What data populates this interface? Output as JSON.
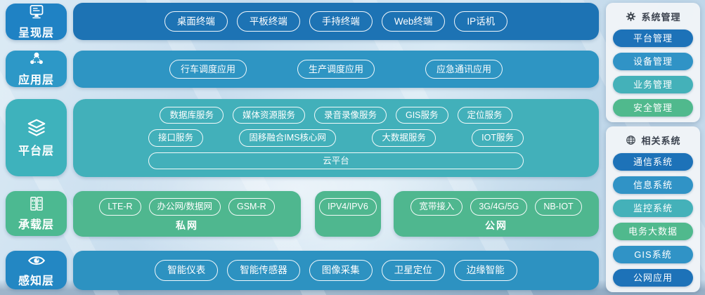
{
  "layers": [
    {
      "label": "呈现层",
      "icon": "monitor-icon",
      "badge_color": "#1f82c4",
      "band_color": "#1d73b4",
      "items": [
        "桌面终端",
        "平板终端",
        "手持终端",
        "Web终端",
        "IP话机"
      ]
    },
    {
      "label": "应用层",
      "icon": "share-icon",
      "badge_color": "#2d98c7",
      "band_color": "#2e95c3",
      "items": [
        "行车调度应用",
        "生产调度应用",
        "应急通讯应用"
      ]
    },
    {
      "label": "平台层",
      "icon": "layers-icon",
      "badge_color": "#3eb2bc",
      "band_color": "#42b0ba",
      "rows": [
        [
          "数据库服务",
          "媒体资源服务",
          "录音录像服务",
          "GIS服务",
          "定位服务"
        ],
        [
          "接口服务",
          "固移融合IMS核心网",
          "大数据服务",
          "IOT服务"
        ],
        [
          "云平台"
        ]
      ]
    },
    {
      "label": "承载层",
      "icon": "server-icon",
      "badge_color": "#4cb991",
      "band_color": "#4fb78f",
      "groups": [
        {
          "label": "私网",
          "items": [
            "LTE-R",
            "办公网/数据网",
            "GSM-R"
          ]
        },
        {
          "label": "",
          "items": [
            "IPV4/IPV6"
          ]
        },
        {
          "label": "公网",
          "items": [
            "宽带接入",
            "3G/4G/5G",
            "NB-IOT"
          ]
        }
      ]
    },
    {
      "label": "感知层",
      "icon": "eye-icon",
      "badge_color": "#2387c3",
      "band_color": "#2d92c1",
      "items": [
        "智能仪表",
        "智能传感器",
        "图像采集",
        "卫星定位",
        "边缘智能"
      ]
    }
  ],
  "sidebar": {
    "panels": [
      {
        "title": "系统管理",
        "icon": "gear-icon",
        "items": [
          {
            "label": "平台管理",
            "color": "#1d72b8"
          },
          {
            "label": "设备管理",
            "color": "#3093c6"
          },
          {
            "label": "业务管理",
            "color": "#44b1b9"
          },
          {
            "label": "安全管理",
            "color": "#50b98d"
          }
        ]
      },
      {
        "title": "相关系统",
        "icon": "globe-icon",
        "items": [
          {
            "label": "通信系统",
            "color": "#1d72b8"
          },
          {
            "label": "信息系统",
            "color": "#3093c6"
          },
          {
            "label": "监控系统",
            "color": "#44b1b9"
          },
          {
            "label": "电务大数据",
            "color": "#50b98d"
          },
          {
            "label": "GIS系统",
            "color": "#3093c6"
          },
          {
            "label": "公网应用",
            "color": "#1d72b8"
          }
        ]
      }
    ]
  },
  "colors": {
    "pill_border": "#ffffff",
    "panel_background": "#f1f4f8",
    "panel_title_text": "#3b424e",
    "background_sky": "#cfe0ee"
  }
}
